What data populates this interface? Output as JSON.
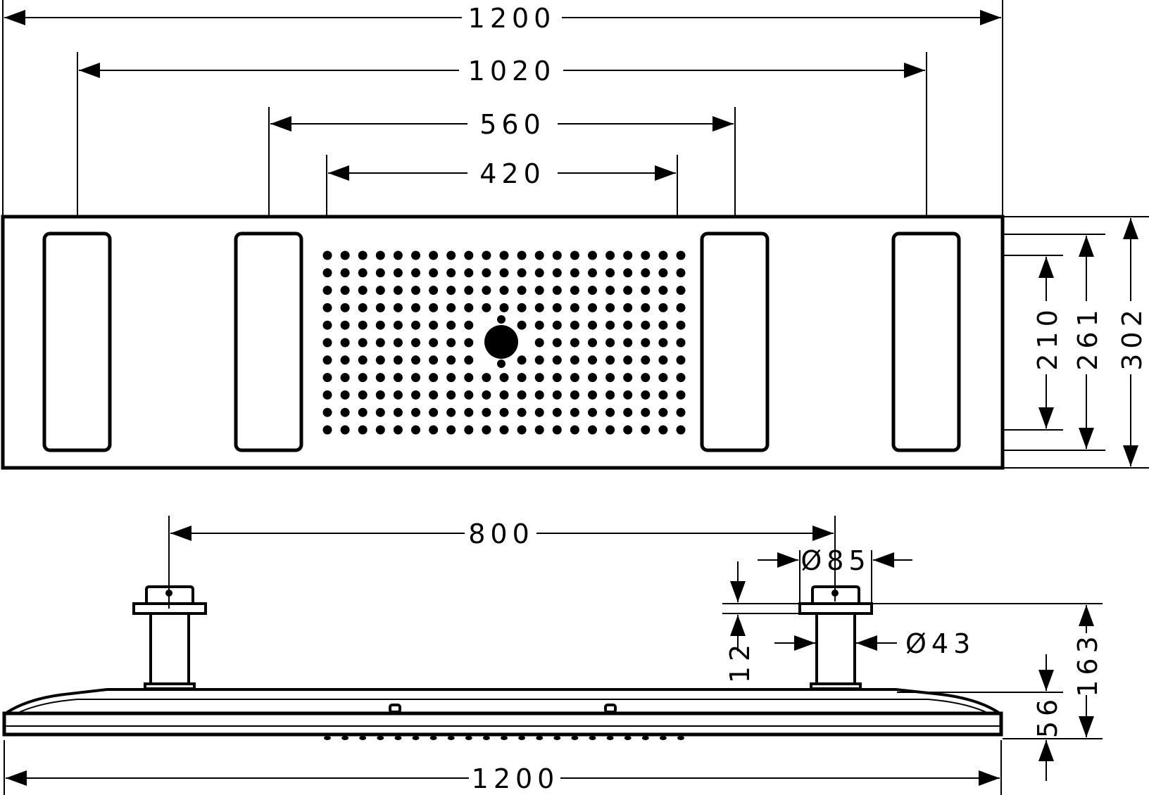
{
  "colors": {
    "ink": "#000000",
    "paper": "#ffffff"
  },
  "top_view": {
    "dimensions": {
      "overall_width": "1200",
      "outer_outlet_spacing": "1020",
      "inner_outlet_spacing": "560",
      "nozzle_field_width": "420",
      "nozzle_field_depth": "210",
      "outlet_depth": "261",
      "overall_depth": "302"
    },
    "nozzle_grid": {
      "columns": 21,
      "rows": 11
    }
  },
  "side_view": {
    "dimensions": {
      "connection_spacing": "800",
      "flange_diameter": "Ø85",
      "flange_thickness": "12",
      "pipe_diameter": "Ø43",
      "total_height": "163",
      "body_height": "56",
      "overall_width": "1200"
    }
  }
}
